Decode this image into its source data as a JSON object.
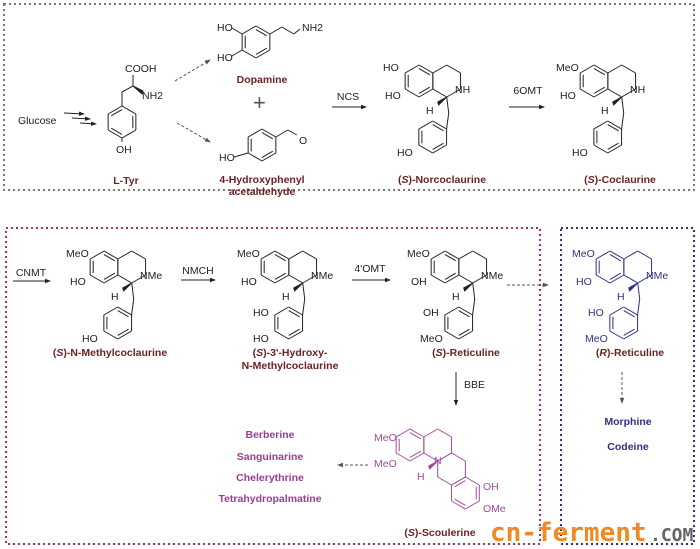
{
  "colors": {
    "compound_label": "#6b2222",
    "top_box": "#777777",
    "bottom_left_box": "#a3307f",
    "right_box": "#2d3184",
    "scoulerine": "#a04b9c",
    "r_reticuline": "#2d3184",
    "side_products": "#9b3d8f",
    "watermark_orange": "#f08a24",
    "watermark_grey": "#666666"
  },
  "start": "Glucose",
  "compounds": {
    "ltyr": {
      "name": "L-Tyr",
      "groups": [
        "COOH",
        "NH2",
        "OH"
      ]
    },
    "dopamine": {
      "name": "Dopamine",
      "groups": [
        "HO",
        "HO",
        "NH2"
      ]
    },
    "hpaa": {
      "name_line1": "4-Hydroxyphenyl",
      "name_line2": "acetaldehyde",
      "groups": [
        "HO",
        "O"
      ]
    },
    "norcoclaurine": {
      "prefix": "S",
      "name": "-Norcoclaurine",
      "groups": [
        "HO",
        "HO",
        "NH",
        "H",
        "HO"
      ]
    },
    "coclaurine": {
      "prefix": "S",
      "name": "-Coclaurine",
      "groups": [
        "MeO",
        "HO",
        "NH",
        "H",
        "HO"
      ]
    },
    "nmc": {
      "prefix": "S",
      "name": "-N-Methylcoclaurine",
      "groups": [
        "MeO",
        "HO",
        "NMe",
        "H",
        "HO"
      ]
    },
    "hnmc": {
      "prefix": "S",
      "name_line1": "-3'-Hydroxy-",
      "name_line2": "N-Methylcoclaurine",
      "groups": [
        "MeO",
        "HO",
        "NMe",
        "H",
        "HO",
        "HO"
      ]
    },
    "sreticuline": {
      "prefix": "S",
      "name": "-Reticuline",
      "groups": [
        "MeO",
        "OH",
        "NMe",
        "H",
        "OH",
        "MeO"
      ]
    },
    "rreticuline": {
      "prefix": "R",
      "name": "-Reticuline",
      "groups": [
        "MeO",
        "HO",
        "NMe",
        "H",
        "HO",
        "MeO"
      ]
    },
    "scoulerine": {
      "prefix": "S",
      "name": "-Scoulerine",
      "groups": [
        "MeO",
        "MeO",
        "N",
        "H",
        "OH",
        "OMe"
      ]
    }
  },
  "plus": "+",
  "enzymes": {
    "ncs": "NCS",
    "6omt": "6OMT",
    "cnmt": "CNMT",
    "nmch": "NMCH",
    "4omt": "4'OMT",
    "bbe": "BBE"
  },
  "opiates": [
    "Morphine",
    "Codeine"
  ],
  "protoberberines": [
    "Berberine",
    "Sanguinarine",
    "Chelerythrine",
    "Tetrahydropalmatine"
  ],
  "watermark": {
    "main": "cn-ferment",
    "suffix": ".COM"
  }
}
